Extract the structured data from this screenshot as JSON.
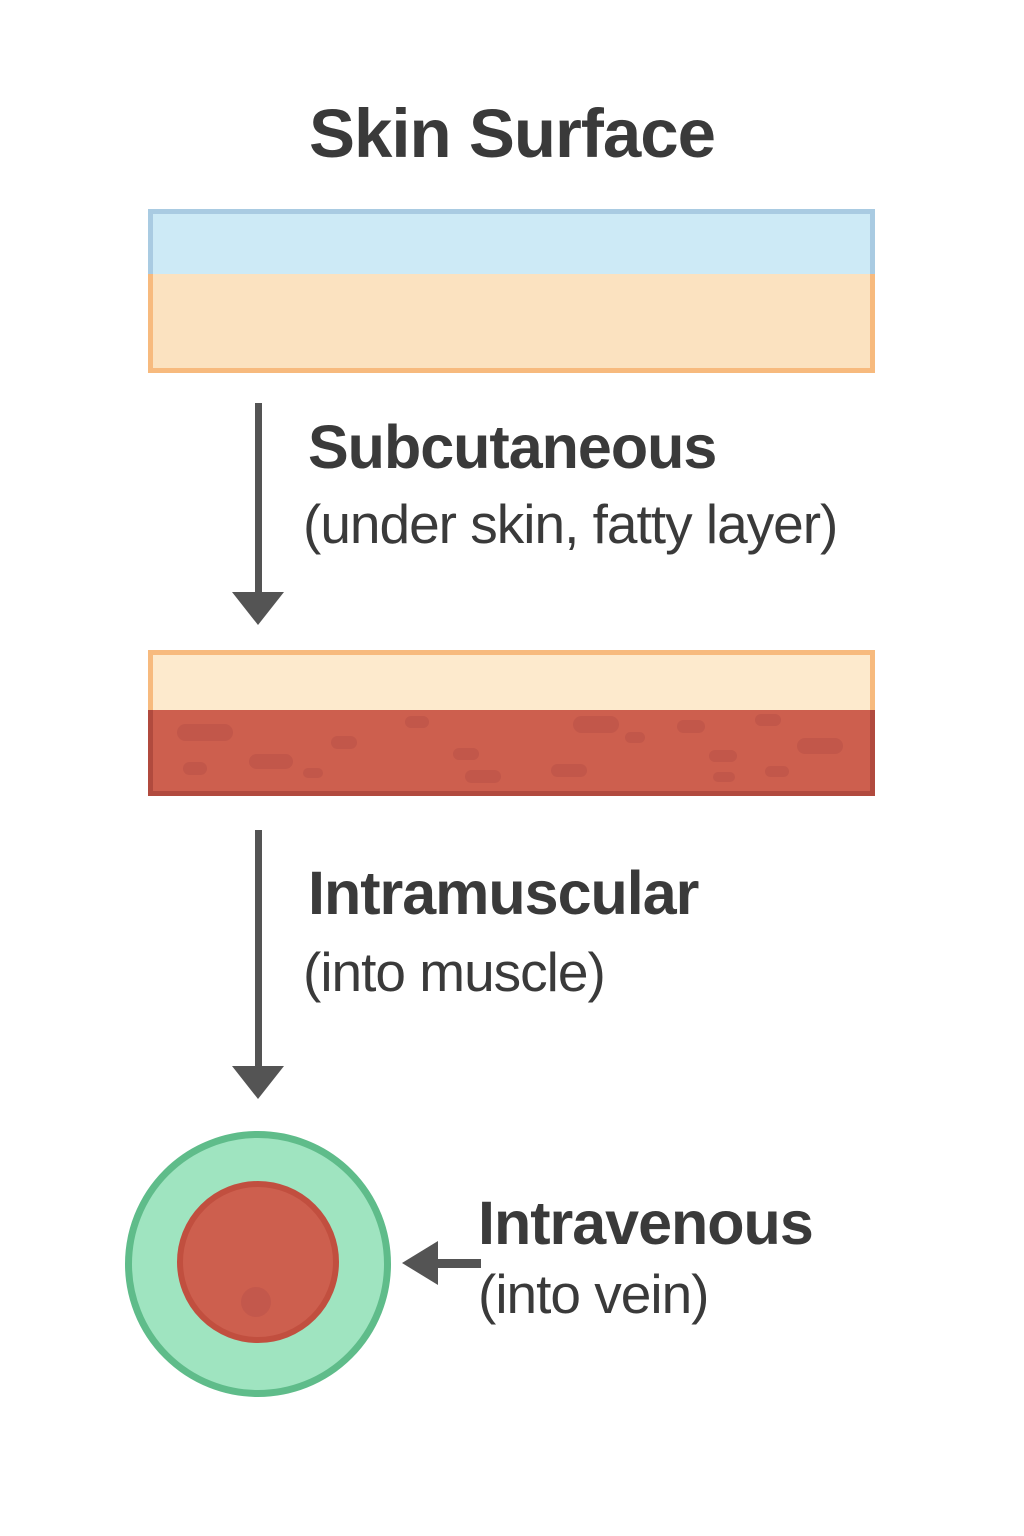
{
  "title": "Skin Surface",
  "routes": [
    {
      "name": "Subcutaneous",
      "detail": "(under skin, fatty layer)"
    },
    {
      "name": "Intramuscular",
      "detail": "(into muscle)"
    },
    {
      "name": "Intravenous",
      "detail": "(into vein)"
    }
  ],
  "colors": {
    "background": "#ffffff",
    "text": "#3a3a3a",
    "arrow": "#545454",
    "skin_fill": "#cdeaf6",
    "skin_border": "#a9cbe2",
    "fat_fill": "#fbe2c0",
    "fat_light_fill": "#fdeacd",
    "fat_border": "#f7ba7e",
    "muscle_fill": "#cd5f4e",
    "muscle_border": "#b14a3e",
    "muscle_speckle": "#c2574a",
    "vein_ring_fill": "#9fe4c0",
    "vein_ring_border": "#5fbc8a",
    "vein_core_fill": "#cd5f4e",
    "vein_core_border": "#c14f3f",
    "vein_dot": "#c3584c"
  },
  "decorations": {
    "muscle_speckles": [
      [
        24,
        14,
        56,
        17
      ],
      [
        30,
        52,
        24,
        13
      ],
      [
        96,
        44,
        44,
        15
      ],
      [
        178,
        26,
        26,
        13
      ],
      [
        252,
        6,
        24,
        12
      ],
      [
        300,
        38,
        26,
        12
      ],
      [
        312,
        60,
        36,
        13
      ],
      [
        398,
        54,
        36,
        13
      ],
      [
        420,
        6,
        46,
        17
      ],
      [
        472,
        22,
        20,
        11
      ],
      [
        524,
        10,
        28,
        13
      ],
      [
        556,
        40,
        28,
        12
      ],
      [
        602,
        4,
        26,
        12
      ],
      [
        612,
        56,
        24,
        11
      ],
      [
        644,
        28,
        46,
        16
      ],
      [
        560,
        62,
        22,
        10
      ],
      [
        150,
        58,
        20,
        10
      ]
    ]
  }
}
